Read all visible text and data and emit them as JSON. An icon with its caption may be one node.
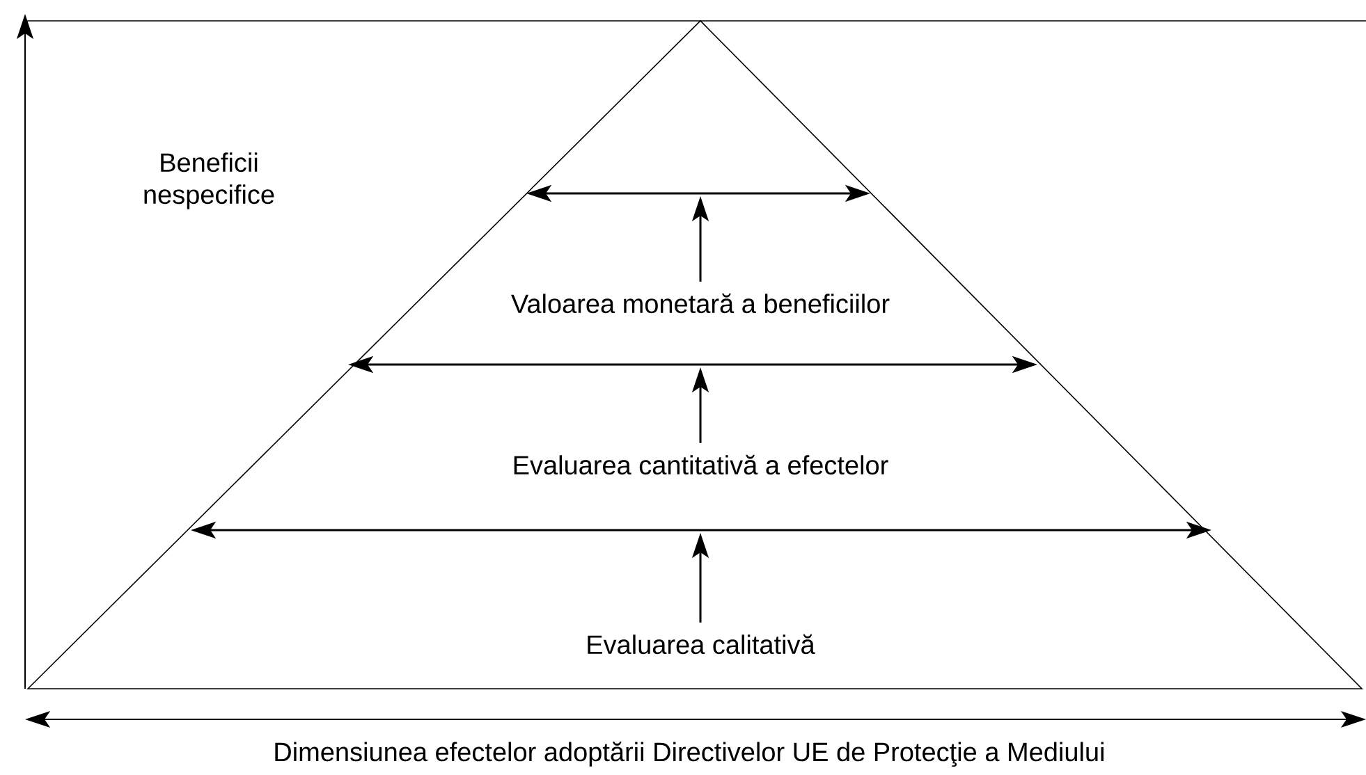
{
  "diagram": {
    "nodes": [
      {
        "text": [],
        "shape": "triangle"
      },
      {
        "text": [
          "Valoarea monetară a beneficiilor"
        ],
        "in": 0
      },
      {
        "text": [
          "Evaluarea cantitativă a efectelor"
        ],
        "in": 0
      },
      {
        "text": [
          "Evaluarea calitativă"
        ],
        "in": 0
      }
    ],
    "edges": [
      {
        "from": 1,
        "to": null,
        "arrow": "to"
      },
      {
        "from": 2,
        "to": null,
        "arrow": "to"
      },
      {
        "from": 3,
        "to": null,
        "arrow": "to"
      }
    ],
    "labels": [
      "Beneficii nespecifice",
      "Dimensiunea efectelor adoptării Directivelor UE de Protecţie a Mediului"
    ]
  }
}
